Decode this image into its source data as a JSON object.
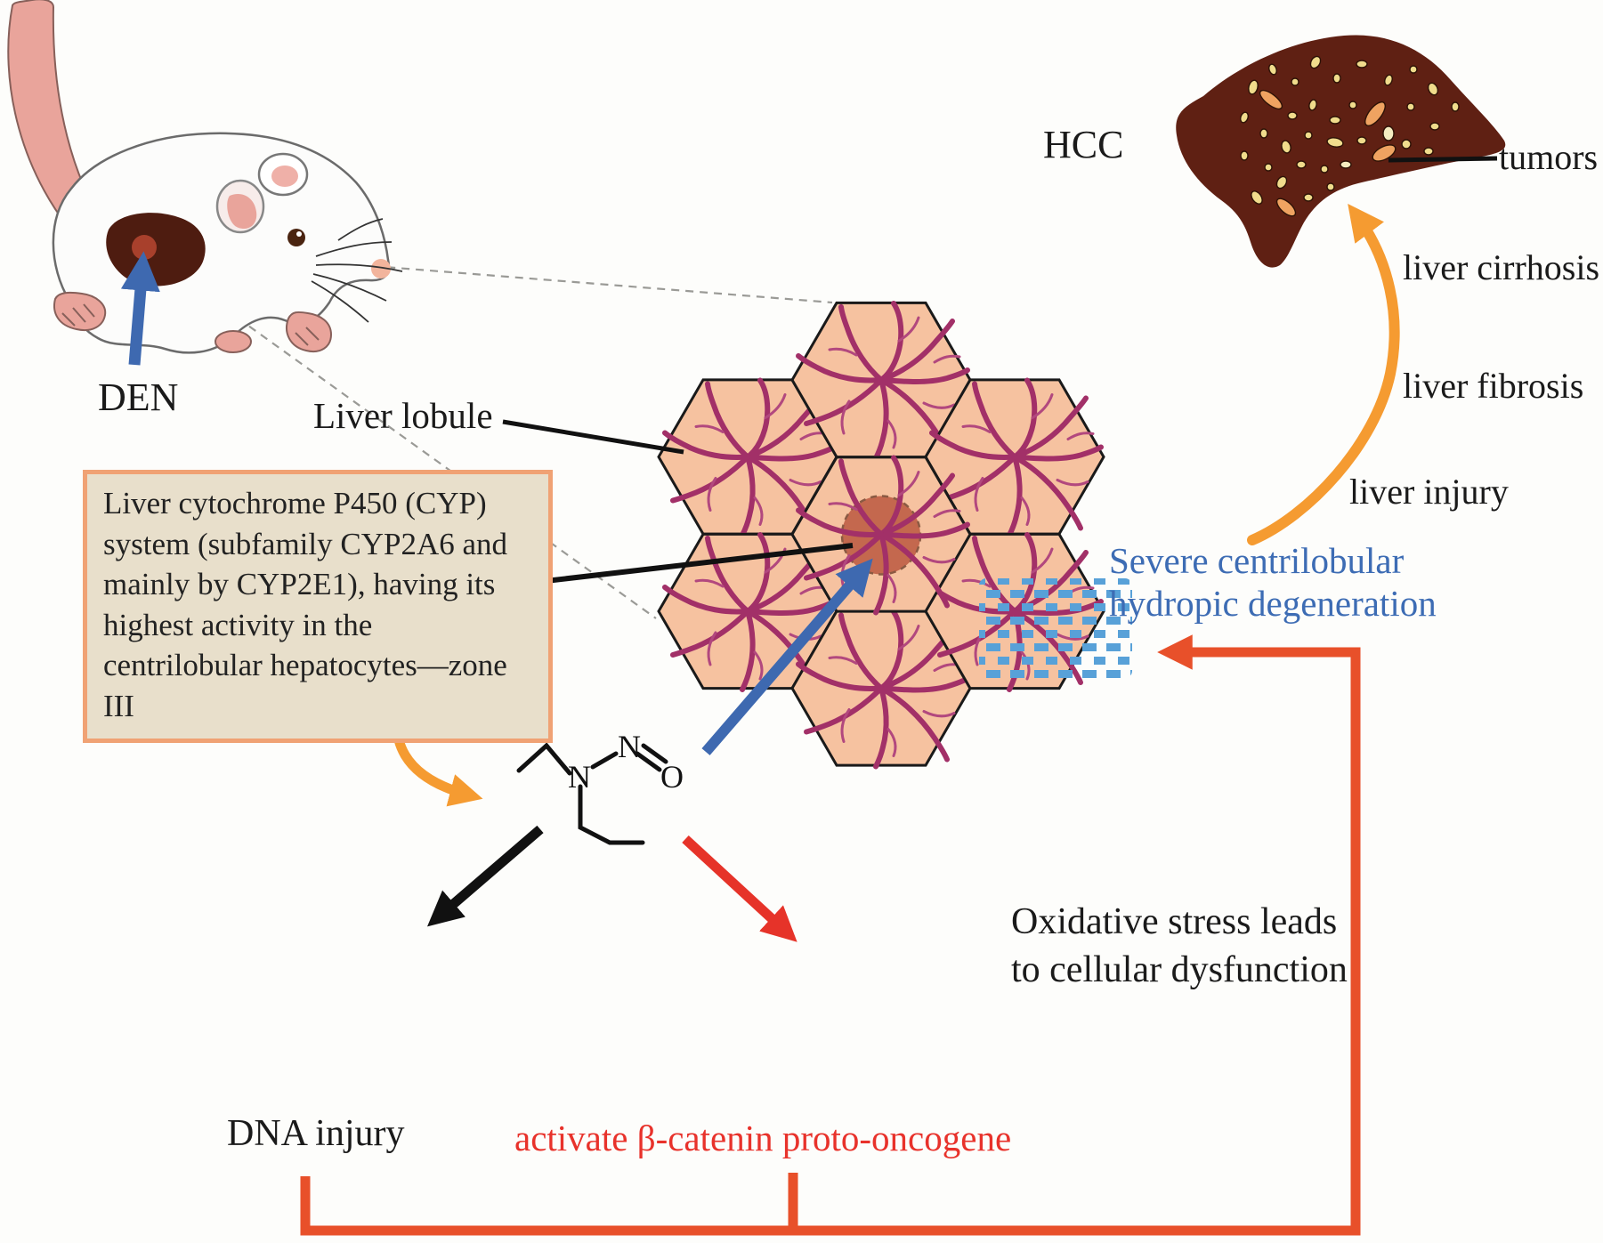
{
  "figure": {
    "description": "DEN-induced hepatocellular carcinoma pathway diagram"
  },
  "labels": {
    "den": "DEN",
    "liver_lobule": "Liver lobule",
    "hcc": "HCC",
    "tumors": "tumors",
    "liver_cirrhosis": "liver cirrhosis",
    "liver_fibrosis": "liver fibrosis",
    "liver_injury": "liver injury",
    "severe_centrilobular": "Severe centrilobular\nhydropic degeneration",
    "oxidative_stress": "Oxidative stress leads\nto cellular dysfunction",
    "dna_injury": "DNA injury",
    "beta_catenin": "activate β-catenin proto-oncogene"
  },
  "info_box": {
    "text": "Liver cytochrome P450 (CYP) system (subfamily CYP2A6 and mainly by CYP2E1), having its highest activity in the centrilobular hepatocytes—zone III"
  },
  "molecule": {
    "name_hint": "diethylnitrosamine structure",
    "atom_n_amine": "N",
    "atom_n_nitroso": "N",
    "atom_o": "O"
  },
  "colors": {
    "orange_arrow": "#f59b31",
    "red_arrow": "#e63329",
    "bracket_orange_red": "#e8502a",
    "blue_arrow": "#3e69b0",
    "blue_text": "#3d6cb4",
    "hydropic_dash_blue": "#58a1d8",
    "hexagon_fill": "#f6c2a0",
    "vein_magenta": "#a23068",
    "liver_dark": "#5f2013",
    "mouse_liver": "#4e1c10",
    "box_bg": "#e8dfcb",
    "box_border": "#f0a274",
    "dna1_strands": [
      "#6e4423",
      "#45308f"
    ],
    "dna2_strands": [
      "#e63329",
      "#3f2c87"
    ]
  }
}
